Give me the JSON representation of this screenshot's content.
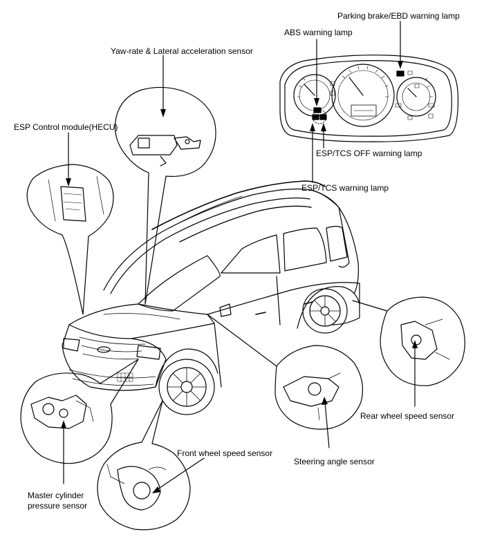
{
  "labels": {
    "parking_brake": "Parking brake/EBD warning lamp",
    "abs_lamp": "ABS warning lamp",
    "yaw_rate": "Yaw-rate & Lateral acceleration sensor",
    "esp_module": "ESP Control module(HECU)",
    "esp_tcs_off": "ESP/TCS OFF warning lamp",
    "esp_tcs": "ESP/TCS warning lamp",
    "rear_wheel": "Rear wheel speed sensor",
    "front_wheel": "Front wheel speed sensor",
    "steering_angle": "Steering angle sensor",
    "master_cyl_line1": "Master cylinder",
    "master_cyl_line2": "pressure sensor"
  },
  "colors": {
    "line": "#000000",
    "background": "#ffffff"
  },
  "icons": [
    "instrument-cluster",
    "vehicle-suv",
    "sensor-module",
    "wheel"
  ]
}
